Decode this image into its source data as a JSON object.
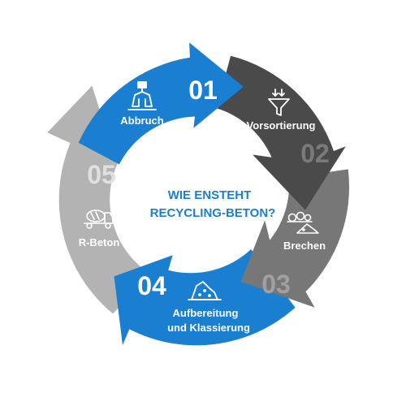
{
  "center": {
    "line1": "WIE ENSTEHT",
    "line2": "RECYCLING-BETON?",
    "color": "#1a7fd0"
  },
  "steps": [
    {
      "number": "01",
      "label": "Abbruch",
      "label2": "",
      "icon": "excavator-grab-icon",
      "color": "#1a7fd0",
      "number_color": "#ffffff"
    },
    {
      "number": "02",
      "label": "Vorsortierung",
      "label2": "",
      "icon": "funnel-sorting-icon",
      "color": "#4a4a4a",
      "number_color": "#7a7a7a"
    },
    {
      "number": "03",
      "label": "Brechen",
      "label2": "",
      "icon": "crusher-icon",
      "color": "#777777",
      "number_color": "#a0a0a0"
    },
    {
      "number": "04",
      "label": "Aufbereitung",
      "label2": "und Klassierung",
      "icon": "gravel-pile-icon",
      "color": "#1a7fd0",
      "number_color": "#ffffff"
    },
    {
      "number": "05",
      "label": "R-Beton",
      "label2": "",
      "icon": "concrete-mixer-truck-icon",
      "color": "#b3b3b3",
      "number_color": "#e0e0e0"
    }
  ]
}
